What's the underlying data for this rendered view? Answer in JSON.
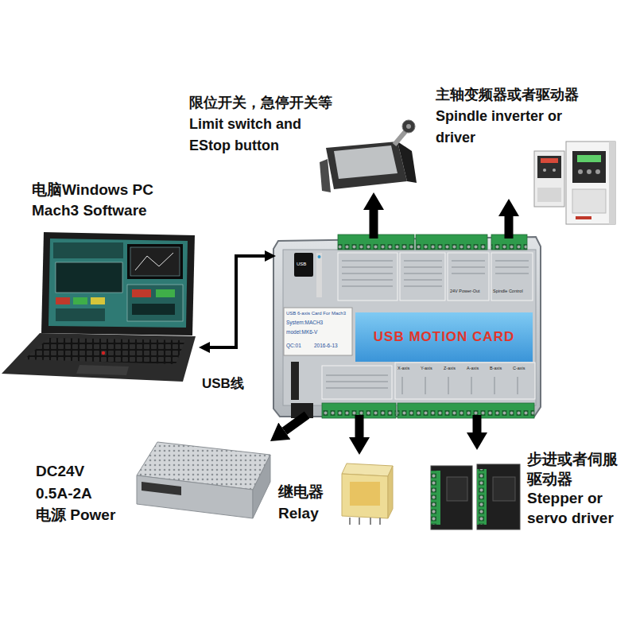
{
  "diagram": {
    "nodes": [
      {
        "text": [
          "限位开关，急停开关等 Limit switch and EStop button"
        ]
      },
      {
        "text": [
          "主轴变频器或者驱动器 Spindle inverter or driver"
        ]
      },
      {
        "text": [
          "电脑Windows PC Mach3 Software"
        ]
      },
      {
        "text": [
          "USB MOTION CARD"
        ]
      },
      {
        "text": [
          "DC24V 0.5A-2A 电源 Power"
        ]
      },
      {
        "text": [
          "继电器 Relay"
        ]
      },
      {
        "text": [
          "步进或者伺服 驱动器 Stepper or servo driver"
        ]
      }
    ],
    "edges": [
      {
        "from": 3,
        "to": 0,
        "arrow": "to"
      },
      {
        "from": 3,
        "to": 1,
        "arrow": "to"
      },
      {
        "from": 2,
        "to": 3,
        "arrow": "both",
        "label": "USB线"
      },
      {
        "from": 3,
        "to": 4,
        "arrow": "to"
      },
      {
        "from": 3,
        "to": 5,
        "arrow": "to"
      },
      {
        "from": 3,
        "to": 6,
        "arrow": "to"
      }
    ],
    "labels": [
      "USB",
      "24V Power-Out",
      "Spindle Control",
      "USB 6-axis Card For Mach3",
      "System:MACH3",
      "model:MK6-V",
      "QC:01",
      "2016-6-13",
      "X-axis",
      "Y-axis",
      "Z-axis",
      "A-axis",
      "B-axis",
      "C-axis"
    ]
  }
}
